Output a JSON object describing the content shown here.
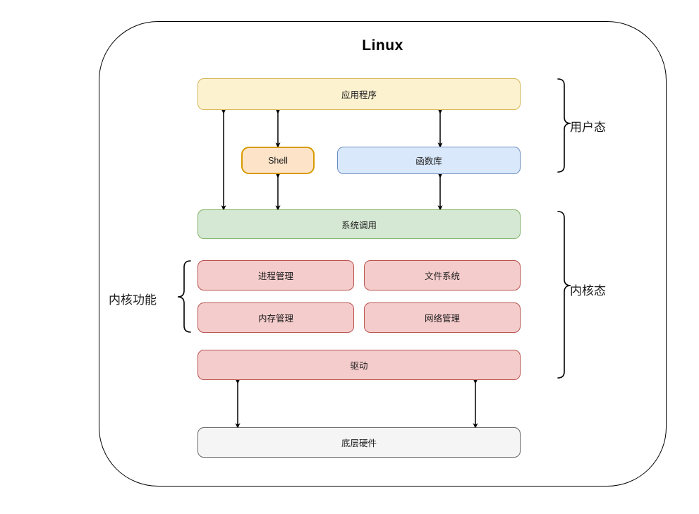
{
  "diagram": {
    "title": "Linux",
    "nodes": {
      "application": "应用程序",
      "shell": "Shell",
      "library": "函数库",
      "syscall": "系统调用",
      "process_mgmt": "进程管理",
      "file_system": "文件系统",
      "memory_mgmt": "内存管理",
      "network_mgmt": "网络管理",
      "driver": "驱动",
      "hardware": "底层硬件"
    },
    "annotations": {
      "user_mode": "用户态",
      "kernel_mode": "内核态",
      "kernel_functions": "内核功能"
    },
    "colors": {
      "application_fill": "#fdf2d0",
      "application_stroke": "#d6b656",
      "shell_fill": "#fde3c8",
      "shell_stroke": "#d79b00",
      "library_fill": "#dae8fc",
      "library_stroke": "#6c8ebf",
      "syscall_fill": "#d5e8d4",
      "syscall_stroke": "#82b366",
      "kernel_fill": "#f5cccc",
      "kernel_stroke": "#b85450",
      "hardware_fill": "#f5f5f5",
      "hardware_stroke": "#666666",
      "frame_stroke": "#000000",
      "arrow_stroke": "#000000"
    }
  }
}
